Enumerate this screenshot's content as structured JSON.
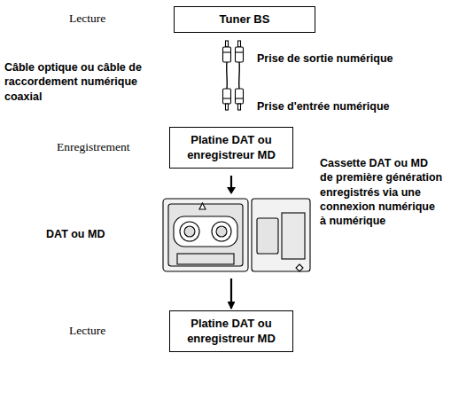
{
  "diagram": {
    "nodes": [
      {
        "text": [
          "Tuner BS"
        ]
      },
      {
        "text": [
          "Platine DAT ou enregistreur MD"
        ]
      },
      {
        "text": [
          "Platine DAT ou enregistreur MD"
        ]
      }
    ],
    "edges": [
      {
        "from": 1,
        "to": 2,
        "arrow": "to"
      }
    ],
    "labels": [
      "Lecture",
      "Câble optique ou câble de raccordement numérique coaxial",
      "Prise de sortie numérique",
      "Prise d'entrée numérique",
      "Enregistrement",
      "DAT ou MD",
      "Cassette DAT ou MD de première génération enregistrés via une connexion numérique à numérique",
      "Lecture"
    ]
  }
}
